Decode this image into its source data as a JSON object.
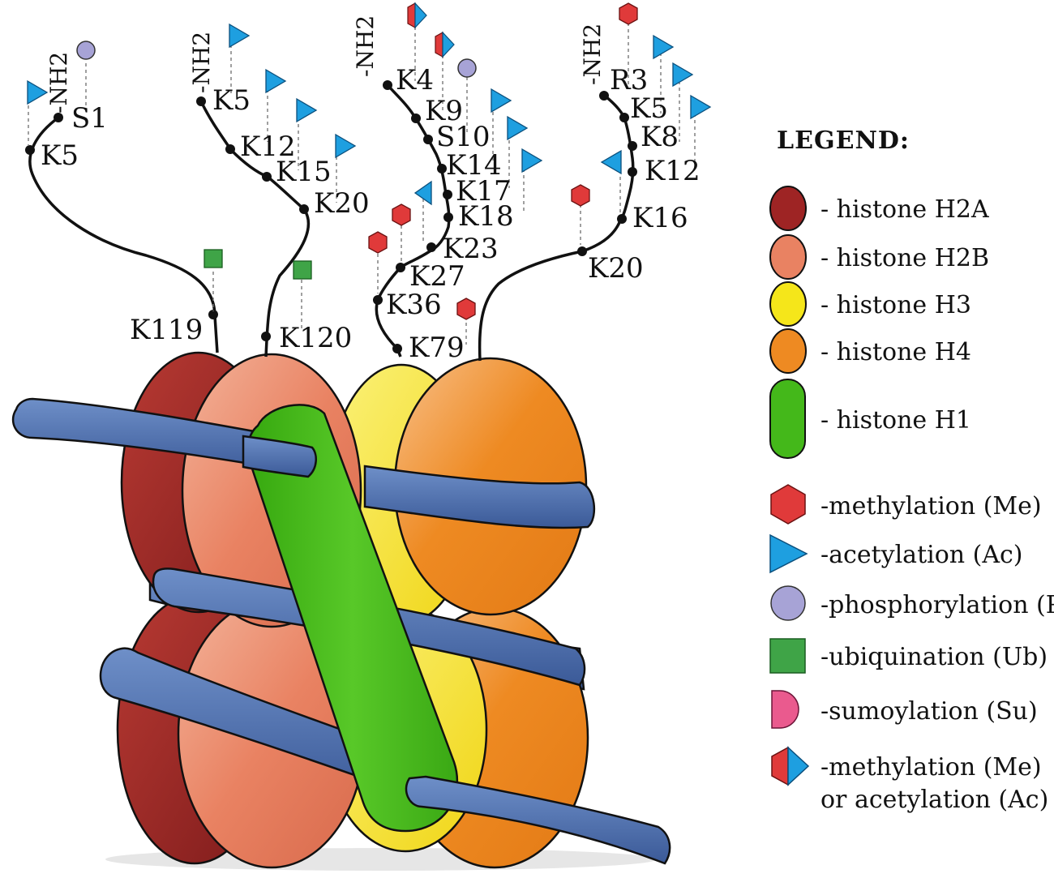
{
  "tails": {
    "h2a": {
      "terminus": "-NH2",
      "sites": [
        "S1",
        "K5",
        "K119"
      ]
    },
    "h2b": {
      "terminus": "-NH2",
      "sites": [
        "K5",
        "K12",
        "K15",
        "K20",
        "K120"
      ]
    },
    "h3": {
      "terminus": "-NH2",
      "sites": [
        "K4",
        "K9",
        "S10",
        "K14",
        "K17",
        "K18",
        "K23",
        "K27",
        "K36",
        "K79"
      ]
    },
    "h4": {
      "terminus": "-NH2",
      "sites": [
        "R3",
        "K5",
        "K8",
        "K12",
        "K16",
        "K20"
      ]
    }
  },
  "legend": {
    "title": "LEGEND:",
    "histones": [
      {
        "label": "- histone H2A",
        "color": "#9e2424"
      },
      {
        "label": "- histone H2B",
        "color": "#e98262"
      },
      {
        "label": "- histone H3",
        "color": "#f5e61a"
      },
      {
        "label": "- histone H4",
        "color": "#ee8a22"
      },
      {
        "label": "- histone H1",
        "color": "#44b81a"
      }
    ],
    "modifications": [
      {
        "label": "-methylation (Me)",
        "icon": "hexagon-icon",
        "color": "#e03a3a"
      },
      {
        "label": "-acetylation (Ac)",
        "icon": "triangle-icon",
        "color": "#1e9fe0"
      },
      {
        "label": "-phosphorylation (P)",
        "icon": "circle-icon",
        "color": "#a7a3d6"
      },
      {
        "label": "-ubiquination (Ub)",
        "icon": "square-icon",
        "color": "#3fa447"
      },
      {
        "label": "-sumoylation (Su)",
        "icon": "half-circle-icon",
        "color": "#ea5a8e"
      },
      {
        "label": "-methylation (Me)",
        "label2": "or acetylation (Ac)",
        "icon": "split-hexagon-triangle-icon",
        "color": "#e03a3a",
        "color2": "#1e9fe0"
      }
    ]
  },
  "colors": {
    "dna": "#4a6fb0",
    "h2a": "#9e2424",
    "h2b": "#e98262",
    "h3": "#f5e61a",
    "h4": "#ee8a22",
    "h1": "#44b81a"
  }
}
